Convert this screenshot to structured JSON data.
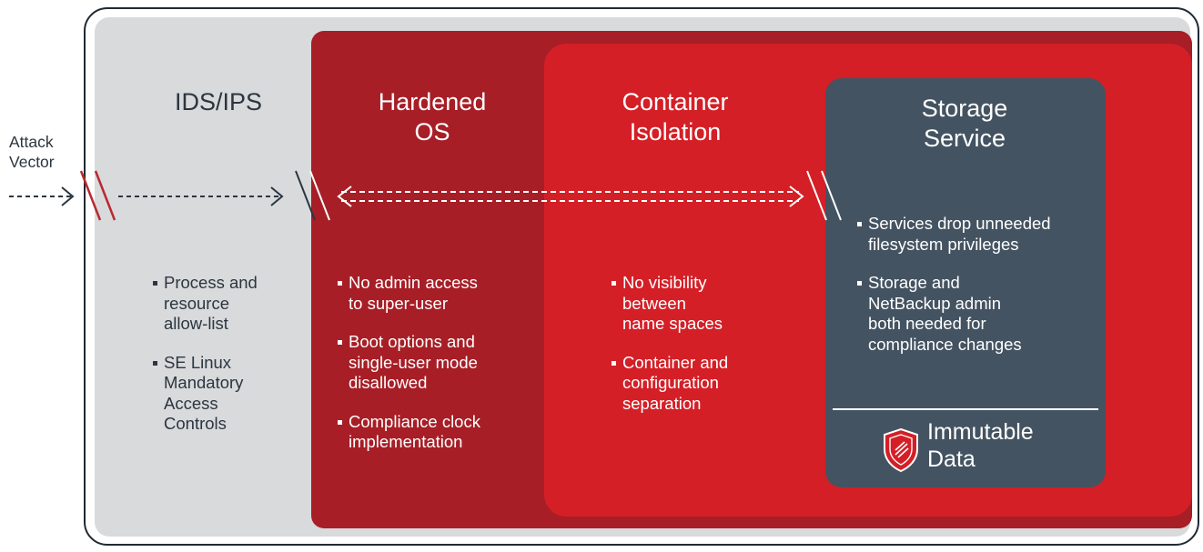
{
  "attack_vector": {
    "line1": "Attack",
    "line2": "Vector"
  },
  "columns": [
    {
      "title_lines": [
        "IDS/IPS"
      ],
      "bullets": [
        [
          "Process and",
          "resource",
          "allow-list"
        ],
        [
          "SE Linux",
          "Mandatory",
          "Access",
          "Controls"
        ]
      ]
    },
    {
      "title_lines": [
        "Hardened",
        "OS"
      ],
      "bullets": [
        [
          "No admin access",
          "to super-user"
        ],
        [
          "Boot options and",
          "single-user mode",
          "disallowed"
        ],
        [
          "Compliance clock",
          "implementation"
        ]
      ]
    },
    {
      "title_lines": [
        "Container",
        "Isolation"
      ],
      "bullets": [
        [
          "No visibility",
          "between",
          "name spaces"
        ],
        [
          "Container and",
          "configuration",
          "separation"
        ]
      ]
    },
    {
      "title_lines": [
        "Storage",
        "Service"
      ],
      "bullets": [
        [
          "Services drop unneeded",
          "filesystem privileges"
        ],
        [
          "Storage and",
          "NetBackup admin",
          "both needed for",
          "compliance changes"
        ]
      ]
    }
  ],
  "immutable": {
    "line1": "Immutable",
    "line2": "Data",
    "icon": "shield-icon"
  },
  "colors": {
    "frame": "#1f2a33",
    "gray_panel": "#d9dadc",
    "dark_red": "#a71e26",
    "red": "#d41f26",
    "slate": "#445361"
  }
}
